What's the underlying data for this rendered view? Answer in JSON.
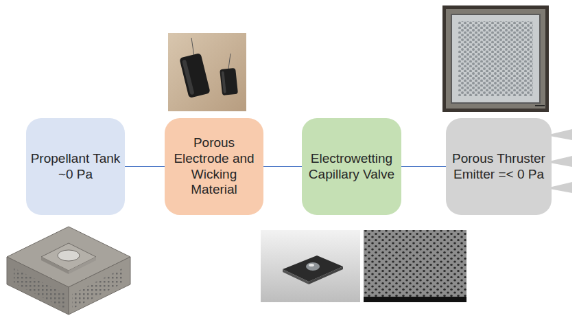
{
  "diagram": {
    "nodes": [
      {
        "text": [
          "Propellant Tank ~0 Pa"
        ]
      },
      {
        "text": [
          "Porous Electrode and Wicking Material"
        ]
      },
      {
        "text": [
          "Electrowetting Capillary Valve"
        ]
      },
      {
        "text": [
          "Porous Thruster Emitter =< 0 Pa"
        ]
      }
    ],
    "edges": [
      {
        "from": 0,
        "to": 1,
        "arrow": "none"
      },
      {
        "from": 1,
        "to": 2,
        "arrow": "none"
      },
      {
        "from": 2,
        "to": 3,
        "arrow": "none"
      }
    ]
  }
}
